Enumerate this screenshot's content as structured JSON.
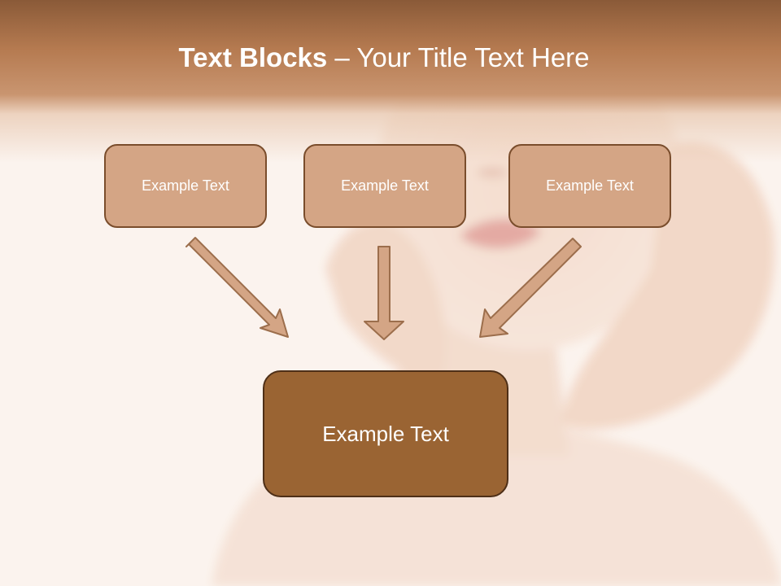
{
  "slide": {
    "title_bold": "Text Blocks",
    "title_dash": " – ",
    "title_rest": "Your Title Text Here"
  },
  "blocks": {
    "top": [
      "Example Text",
      "Example Text",
      "Example Text"
    ],
    "bottom": "Example Text"
  },
  "colors": {
    "title_band": "#b57a50",
    "small_box_fill": "#d4a585",
    "small_box_border": "#7a4d2c",
    "large_box_fill": "#9a6433",
    "large_box_border": "#4e2f17",
    "arrow_fill": "#d4a585",
    "arrow_stroke": "#9c6e4c"
  }
}
